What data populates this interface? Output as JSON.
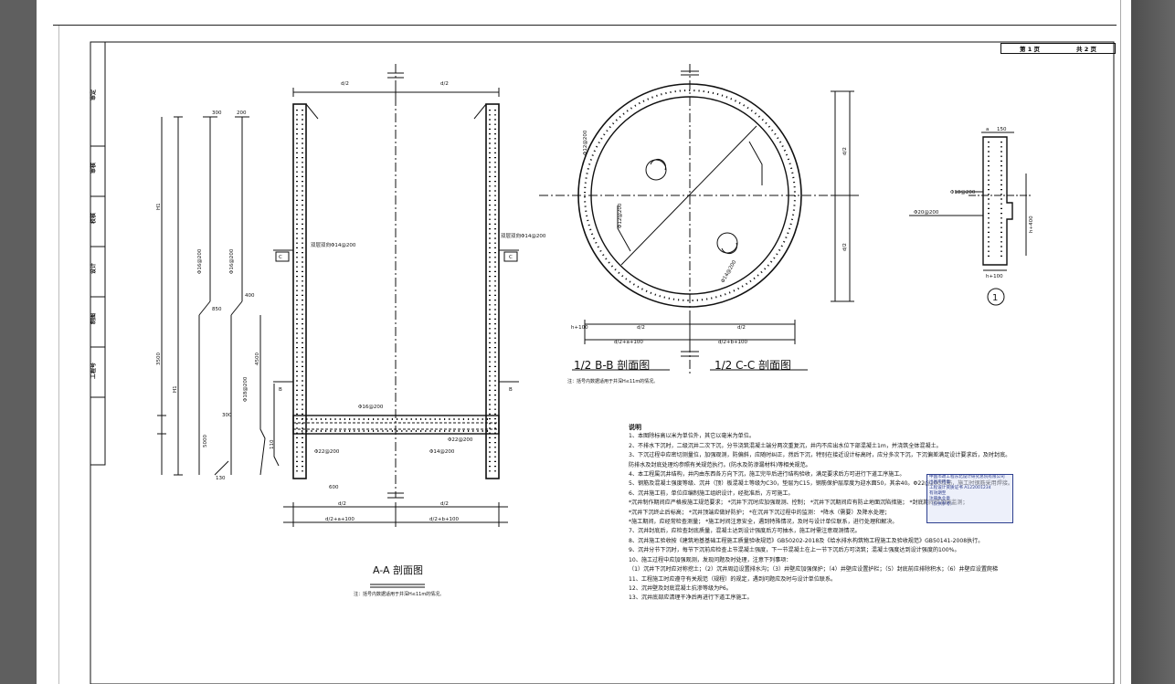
{
  "page": {
    "label_page": "第 1 页",
    "label_total": "共 2 页"
  },
  "side_labels": [
    "审定",
    "审核",
    "校核",
    "设计",
    "制图",
    "工程号"
  ],
  "views": {
    "aa_title": "A-A 剖面图",
    "aa_note": "注：括号内数据适用于井深H≤11m的情况。",
    "bb_title": "1/2 B-B 剖面图",
    "cc_title": "1/2 C-C 剖面图",
    "bb_note": "注：括号内数据适用于井深H≤11m的情况。",
    "detail_title": "1"
  },
  "labels": {
    "d2": "d/2",
    "d2a100": "d/2+a+100",
    "d2b100": "d/2+b+100",
    "h100": "h+100",
    "h400": "h+400",
    "d10": "d/2+a+100",
    "h1": "H1",
    "h": "h",
    "rebar1": "Φ18@200",
    "rebar2": "Φ16@200",
    "rebar3": "Φ14@200",
    "rebar4": "Φ12@200",
    "rebar5": "Φ22@200",
    "rebar6": "Φ20@200",
    "lb": "双层双向Φ14@200",
    "dim300": "300",
    "dim200": "200",
    "dim3500": "3500",
    "dim5000": "5000",
    "dim850": "850",
    "dim600": "600",
    "dim400": "400",
    "dim4500": "4500",
    "dim130": "130",
    "dim110": "110",
    "b": "B",
    "c": "C",
    "a": "a",
    "b150": "150",
    "d10a": "10",
    "ring": "1"
  },
  "notes": {
    "title": "说明",
    "lines": [
      "1、本图除标高以米为单位外，其它以毫米为单位。",
      "2、不排水下沉时，二级沉井二次下沉，分节浇筑混凝土端分两次重复沉，井内不应出水位下部混凝土1m，并浇筑全体混凝土。",
      "3、下沉过程中应密切测量位，加强观测，防偏斜，应随时纠正，然后下沉，特别在接近设计标高时，应分多次下沉，下沉偏差满足设计要求后，及时封底。",
      "   防排水及封底处理均参照有关规范执行。(防水及防渗漏材料)等相关规范。",
      "4、本工程属沉井结构，井内由东西各方向下沉，施工完毕后进行结构验收，满足要求后方可进行下道工序施工。",
      "5、钢筋及混凝土强度等级、沉井（顶）板混凝土等级为C30，垫层为C15，钢筋保护层厚度为迎水面50，其余40。Φ22@200拉筋，施工时钢筋采用焊接。",
      "6、沉井施工前，单位应编制施工组织设计，经批准后，方可施工。",
      "*沉井制作期间应严格按施工规范要求；  *沉井下沉时应加强观测、控制；  *沉井下沉期间应有防止地面沉陷措施；  *封底期间应加强监测；",
      "*沉井下沉终止后标高；  *沉井顶端应做好防护；  *在沉井下沉过程中的监测：  *降水（需要）及降水处理；",
      "*施工期间，应经常检查测量；  *施工时间注意安全，遇到特殊情况，及时与设计单位联系，进行处理和解决。",
      "7、沉井封底后，应检查封底质量，混凝土达到设计强度后方可抽水，施工时需注意观测情况。",
      "8、沉井施工验收按《建筑地基基础工程施工质量验收规范》GB50202-2018及《给水排水构筑物工程施工及验收规范》GB50141-2008执行。",
      "9、沉井分节下沉时，每节下沉前应检查上节混凝土强度，下一节混凝土在上一节下沉后方可浇筑；混凝土强度达到设计强度的100%。",
      "10、施工过程中应加强观测，发现问题及时处理，注意下列事项：",
      "（1）沉井下沉时应对称挖土；（2）沉井周边设置排水沟；（3）井壁应加强保护；（4）井壁应设置护栏；（5）封底前应排除积水；（6）井壁应设置爬梯",
      "11、工程施工时应遵守有关规范（规程）的规定，遇到问题应及时与设计单位联系。",
      "12、沉井壁及封底混凝土抗渗等级为P6。",
      "13、沉井底部应清理干净后再进行下道工序施工。"
    ]
  },
  "stamp": {
    "lines": [
      "中国市政工程东北设计研究总院有限公司",
      "出图专用章",
      "工程设计资质证书 A122001234",
      "有效期至",
      "注册执业章",
      "（仅供参考）"
    ]
  }
}
